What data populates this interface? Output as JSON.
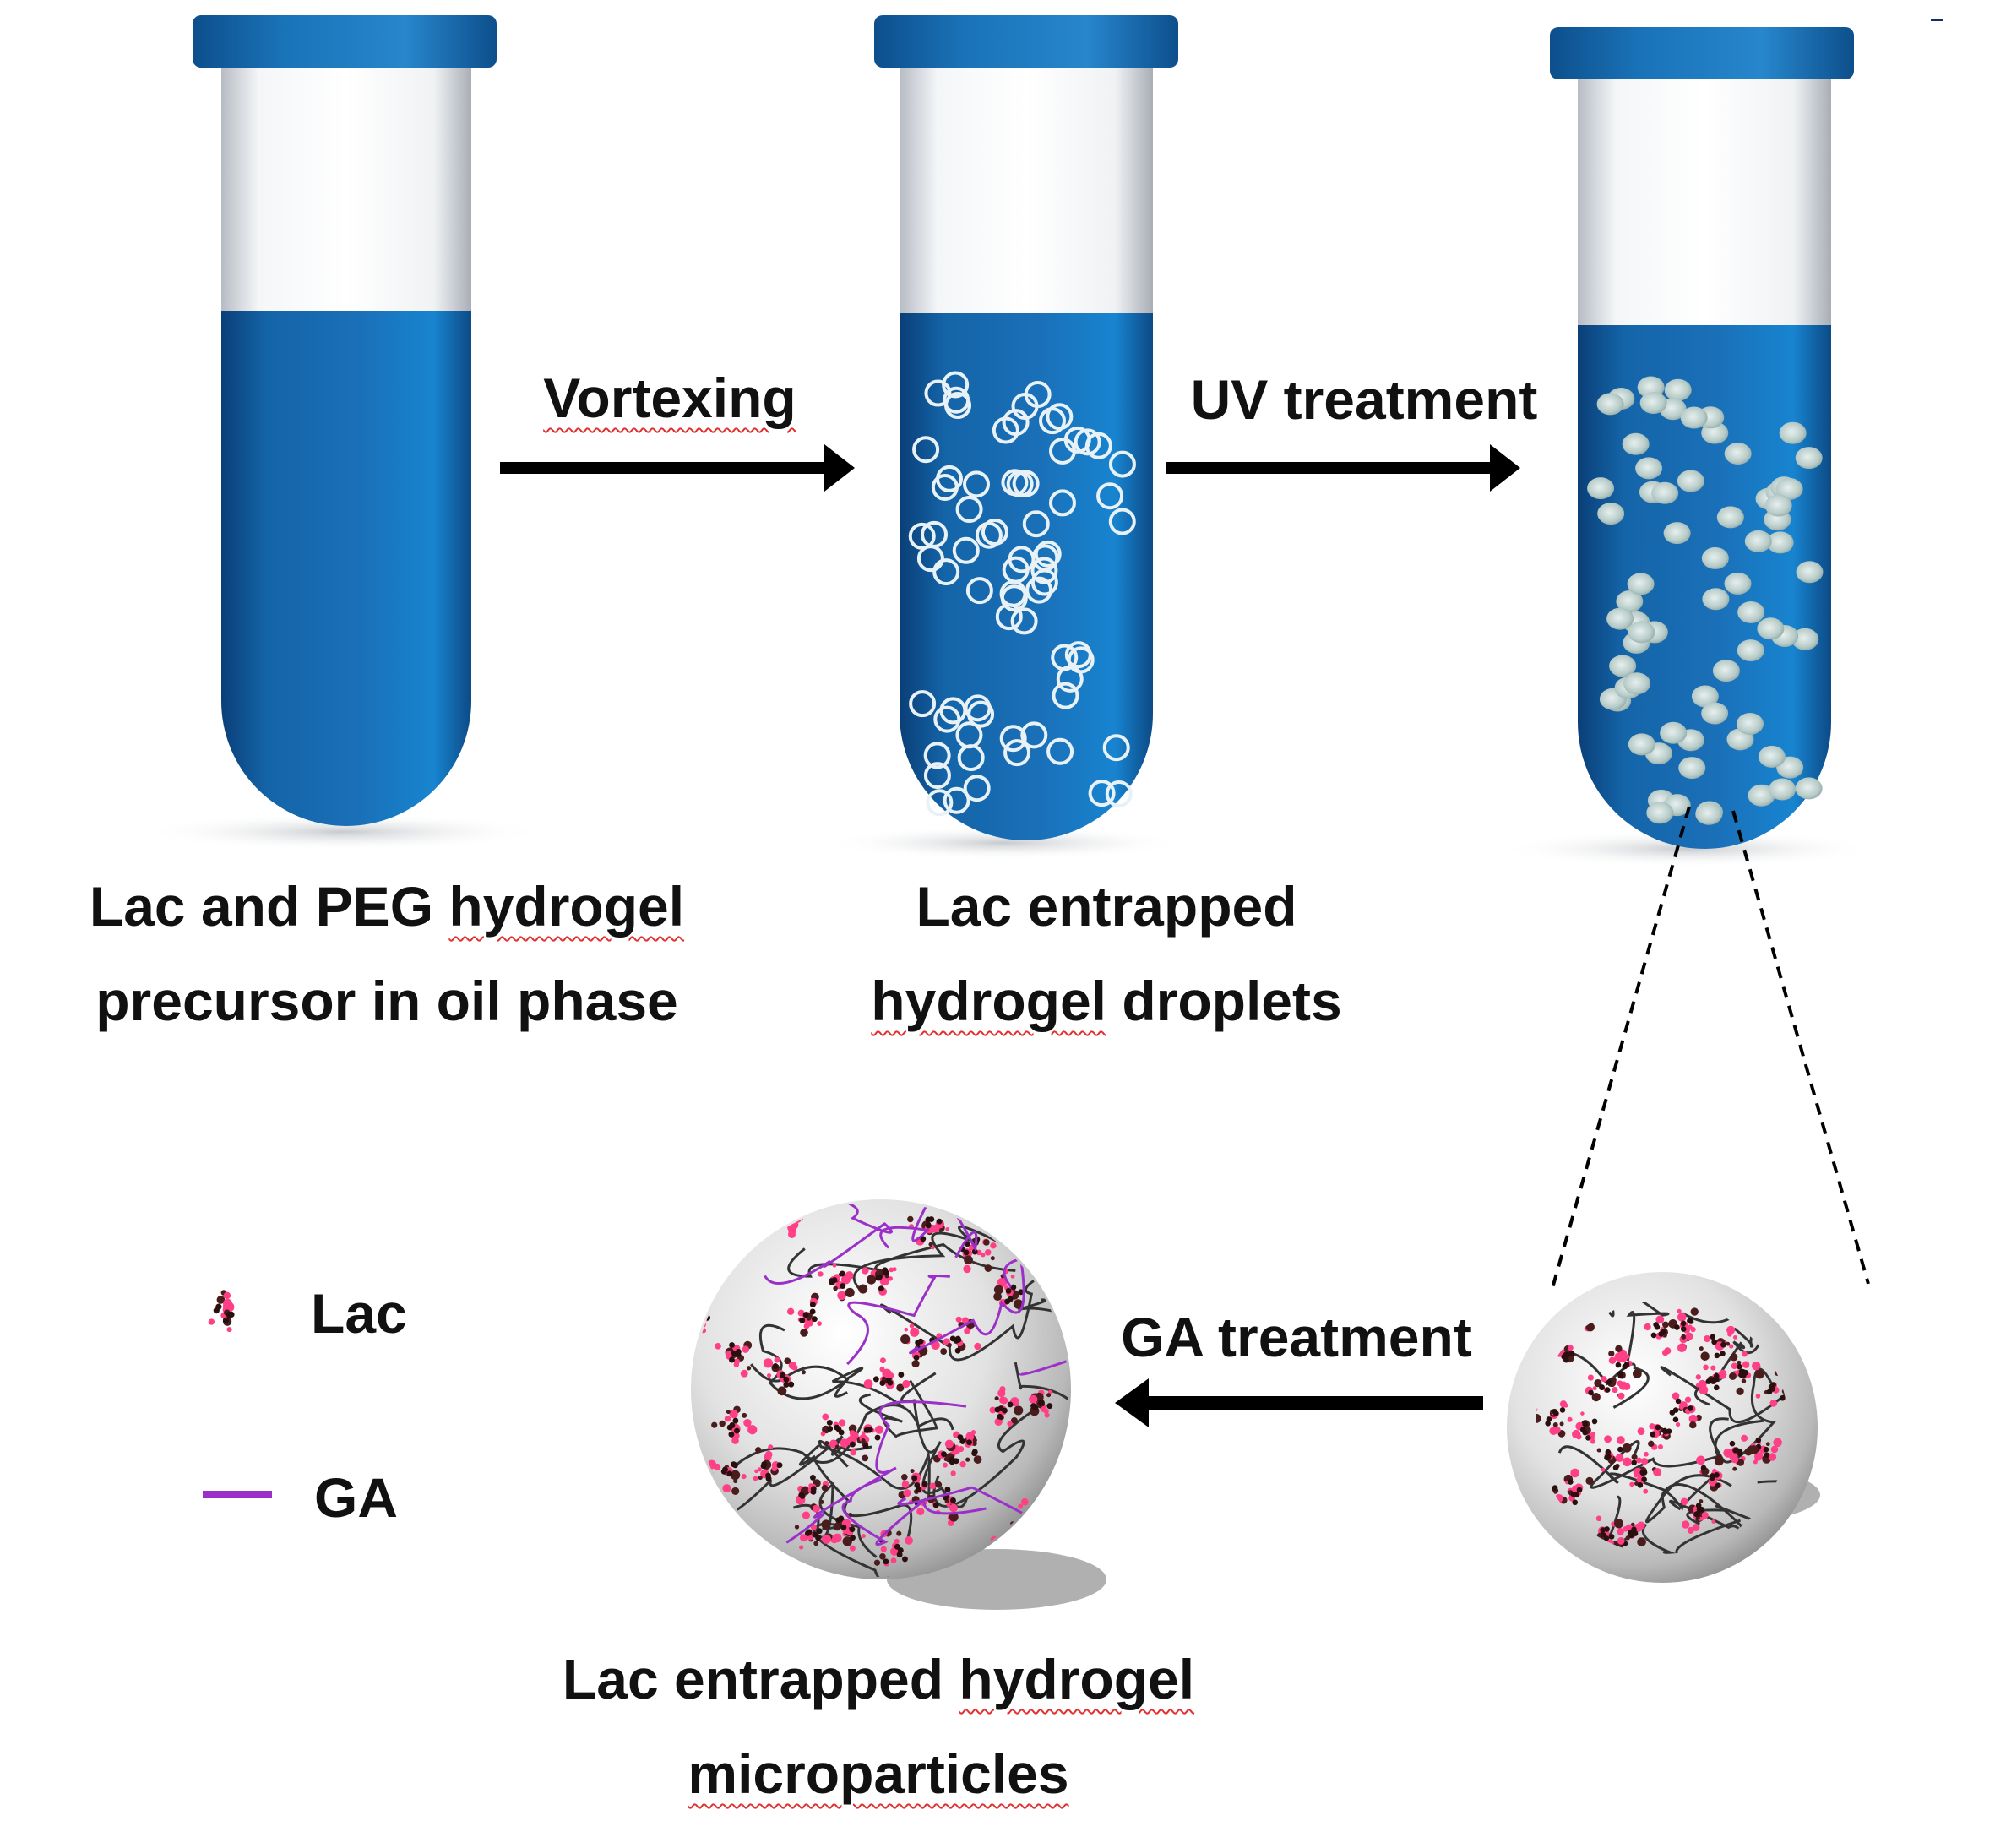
{
  "steps": {
    "vortexing": "Vortexing",
    "uv": "UV treatment",
    "ga": "GA treatment"
  },
  "tubes": {
    "precursor": {
      "line1_a": "Lac and PEG ",
      "line1_b": "hydrogel",
      "line2": "precursor in oil phase"
    },
    "droplets": {
      "line1": "Lac entrapped",
      "line2_a": "hydrogel",
      "line2_b": " droplets"
    }
  },
  "product": {
    "line1_a": "Lac entrapped ",
    "line1_b": "hydrogel",
    "line2": "microparticles"
  },
  "legend": {
    "lac": "Lac",
    "ga": "GA"
  },
  "colors": {
    "tube_liquid": "#1464a8",
    "cap": "#1a73b8",
    "arrow": "#000000",
    "lac_pink": "#ff3f86",
    "lac_dark": "#4a1c1c",
    "ga_line": "#9b30c8",
    "misspell_underline": "#e23030"
  },
  "icons": {
    "tube": "test-tube-icon",
    "droplet": "hydrogel-droplet-icon",
    "particle": "hydrogel-microparticle-icon",
    "lac": "enzyme-cluster-icon",
    "ga": "crosslinker-line-icon"
  }
}
